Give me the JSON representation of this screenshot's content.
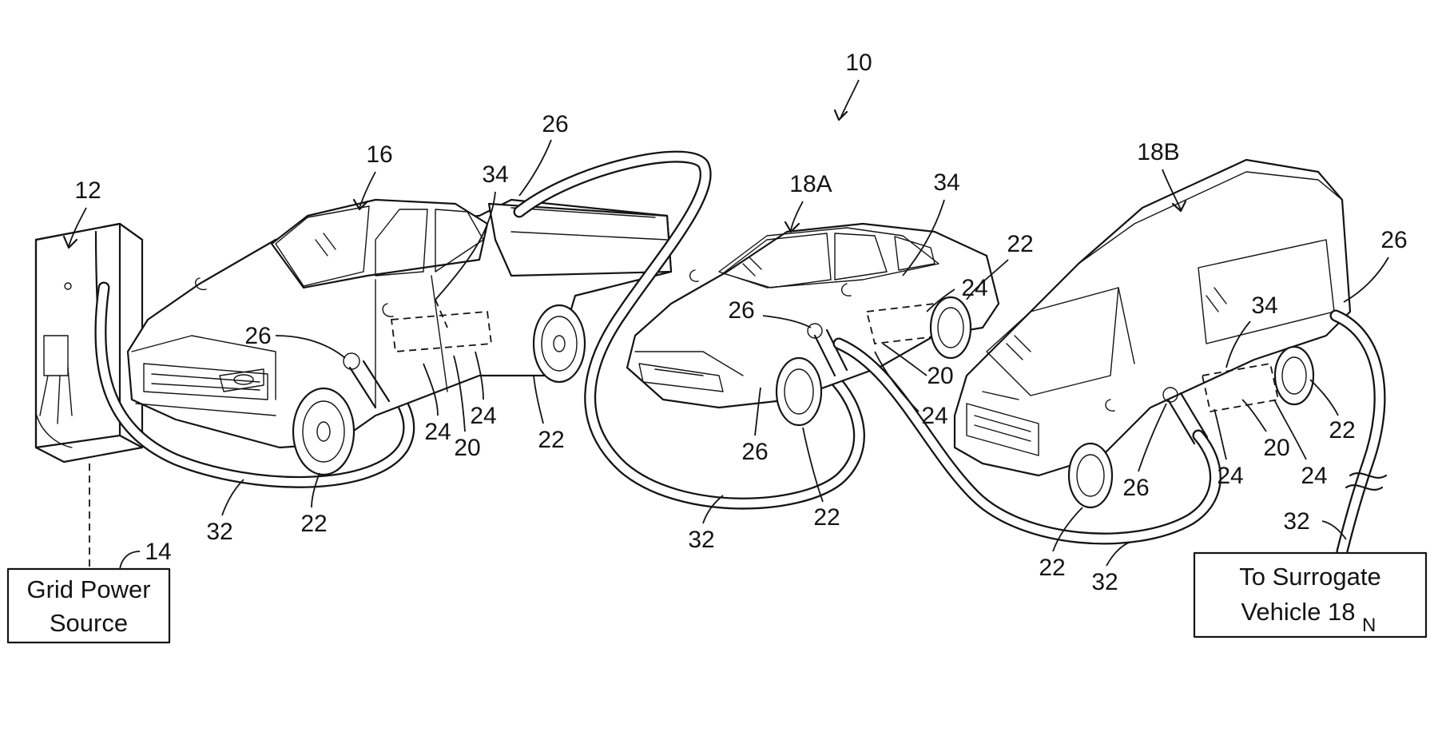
{
  "figure": {
    "ref_system": "10",
    "ref_charger": "12",
    "ref_grid": "14",
    "ref_vehicle_primary": "16",
    "ref_surrogate_a": "18A",
    "ref_surrogate_b": "18B",
    "ref_battery": "20",
    "ref_wheel": "22",
    "ref_cell": "24",
    "ref_port": "26",
    "ref_cable": "32",
    "ref_controller": "34",
    "grid_box": {
      "line1": "Grid Power",
      "line2": "Source"
    },
    "surrogate_box": {
      "line1": "To Surrogate",
      "line2": "Vehicle 18",
      "subscript": "N"
    }
  }
}
